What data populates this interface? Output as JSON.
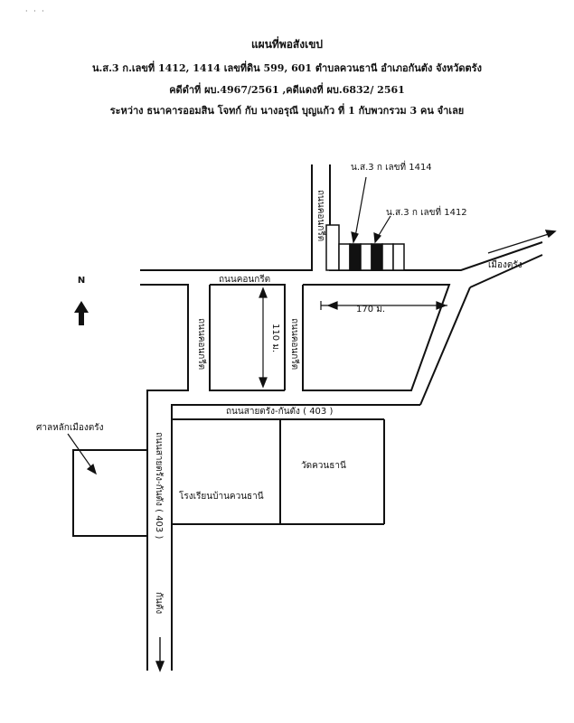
{
  "header": {
    "title": "แผนที่พอสังเขป",
    "line1": "น.ส.3 ก.เลขที่ 1412, 1414 เลขที่ดิน 599, 601 ตำบลควนธานี อำเภอกันตัง จังหวัดตรัง",
    "line2": "คดีดำที่ ผบ.4967/2561 ,คดีแดงที่ ผบ.6832/ 2561",
    "line3": "ระหว่าง ธนาคารออมสิน โจทก์ กับ นางอรุณี บุญแก้ว ที่ 1 กับพวกรวม 3 คน จำเลย"
  },
  "map": {
    "north": "N",
    "parcel_1414": "น.ส.3 ก เลขที่ 1414",
    "parcel_1412": "น.ส.3 ก เลขที่ 1412",
    "road_khuanklit_top": "ถนนคอนกรีต",
    "road_khuanklit_left": "ถนนคอนกรีต",
    "road_khuanklit_right": "ถนนคอนกรีต",
    "road_khuanklit_vertical_top": "ถนนคอนกรีต",
    "dist_110": "110 ม.",
    "dist_170": "170 ม.",
    "muang_trang": "เมืองตรัง",
    "road_403_h": "ถนนสายตรัง-กันตัง ( 403 )",
    "road_403_v": "ถนนสายตรัง-กันตัง ( 403 )",
    "kantang": "กันตัง",
    "shrine": "ศาลหลักเมืองตรัง",
    "temple": "วัดควนธานี",
    "school": "โรงเรียนบ้านควนธานี"
  }
}
